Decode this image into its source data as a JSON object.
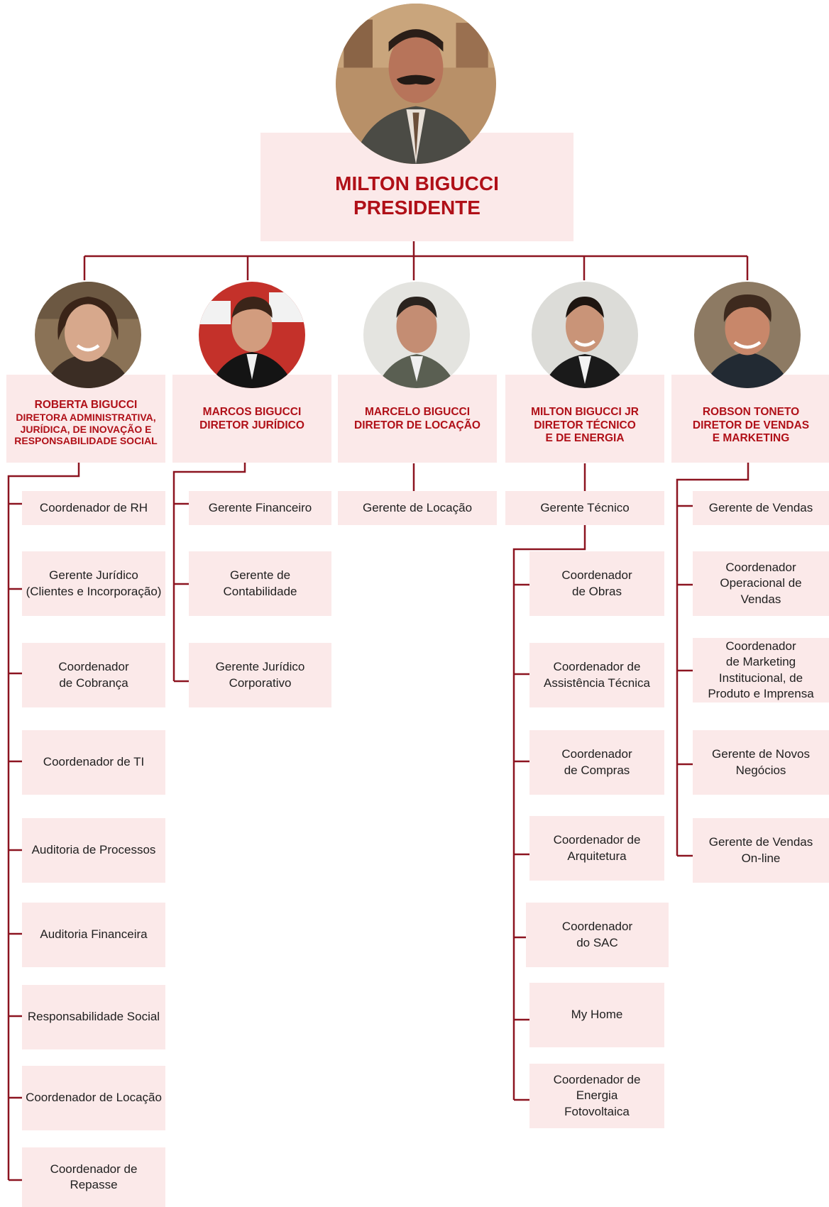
{
  "colors": {
    "accent": "#b01018",
    "line": "#8c1420",
    "box": "#fbe9e9",
    "text": "#1f1f1f"
  },
  "president": {
    "name": "MILTON BIGUCCI",
    "title": "PRESIDENTE",
    "photo_icon": "president-photo"
  },
  "directors": [
    {
      "name": "ROBERTA BIGUCCI",
      "title": "DIRETORA ADMINISTRATIVA,\nJURÍDICA, DE INOVAÇÃO E\nRESPONSABILIDADE SOCIAL",
      "reports": [
        "Coordenador de RH",
        "Gerente Jurídico\n(Clientes e Incorporação)",
        "Coordenador\nde Cobrança",
        "Coordenador de TI",
        "Auditoria de Processos",
        "Auditoria Financeira",
        "Responsabilidade Social",
        "Coordenador de Locação",
        "Coordenador de Repasse"
      ]
    },
    {
      "name": "MARCOS BIGUCCI",
      "title": "DIRETOR JURÍDICO",
      "reports": [
        "Gerente Financeiro",
        "Gerente de\nContabilidade",
        "Gerente Jurídico\nCorporativo"
      ]
    },
    {
      "name": "MARCELO BIGUCCI",
      "title": "DIRETOR DE LOCAÇÃO",
      "reports": [
        "Gerente de Locação"
      ]
    },
    {
      "name": "MILTON BIGUCCI JR",
      "title": "DIRETOR TÉCNICO\nE DE ENERGIA",
      "reports": [
        "Gerente Técnico"
      ],
      "manager_reports": [
        "Coordenador\nde Obras",
        "Coordenador de\nAssistência Técnica",
        "Coordenador\nde Compras",
        "Coordenador de\nArquitetura",
        "Coordenador\ndo SAC",
        "My Home",
        "Coordenador de\nEnergia\nFotovoltaica"
      ]
    },
    {
      "name": "ROBSON TONETO",
      "title": "DIRETOR DE VENDAS\nE MARKETING",
      "reports": [
        "Gerente de Vendas",
        "Coordenador\nOperacional de\nVendas",
        "Coordenador\nde Marketing\nInstitucional, de\nProduto e Imprensa",
        "Gerente de Novos\nNegócios",
        "Gerente de Vendas\nOn-line"
      ]
    }
  ]
}
